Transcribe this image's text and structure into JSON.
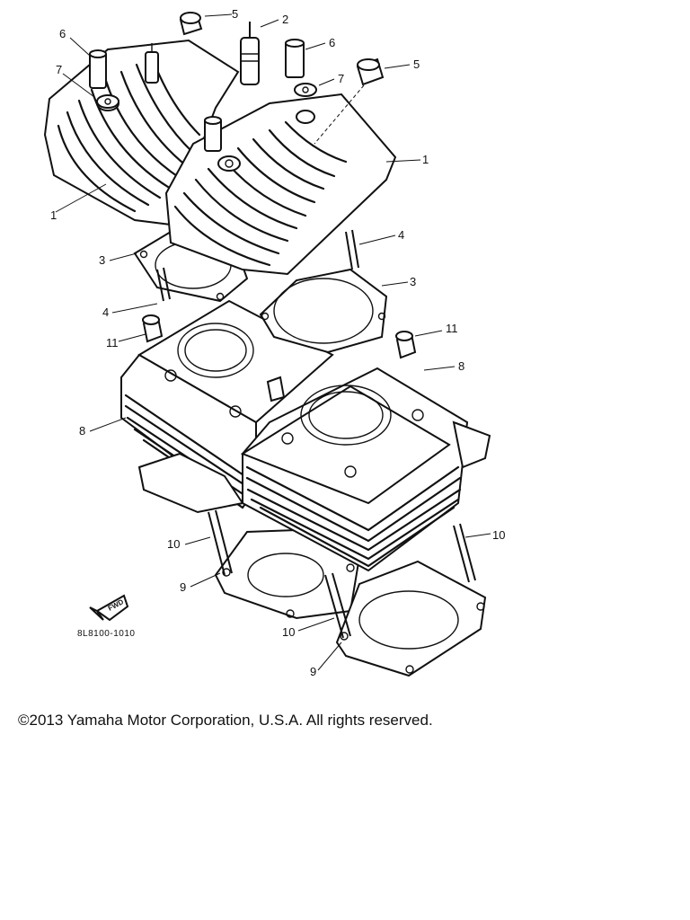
{
  "diagram": {
    "callouts": [
      "1",
      "1",
      "2",
      "3",
      "3",
      "4",
      "4",
      "5",
      "5",
      "6",
      "6",
      "7",
      "7",
      "8",
      "8",
      "9",
      "9",
      "10",
      "10",
      "10",
      "11",
      "11"
    ],
    "part_code": "8L8100-1010",
    "fwd_label": "FWD"
  },
  "footer": {
    "copyright": "©2013 Yamaha Motor Corporation, U.S.A. All rights reserved."
  }
}
